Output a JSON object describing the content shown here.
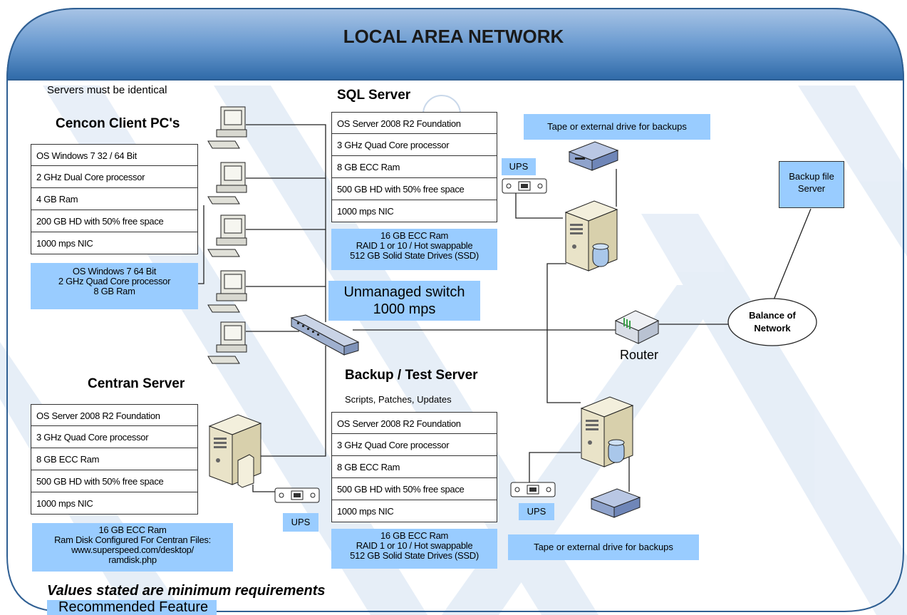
{
  "title": "LOCAL AREA NETWORK",
  "servers_note": "Servers must be identical",
  "client": {
    "heading": "Cencon Client PC's",
    "specs": [
      "OS Windows 7 32 / 64 Bit",
      "2 GHz Dual Core processor",
      "4 GB Ram",
      "200 GB HD with 50% free space",
      "1000 mps NIC"
    ],
    "recommended": [
      "OS Windows 7 64 Bit",
      "2 GHz Quad Core processor",
      "8 GB Ram"
    ]
  },
  "sql": {
    "heading": "SQL Server",
    "specs": [
      "OS Server 2008 R2 Foundation",
      "3 GHz Quad Core processor",
      "8 GB ECC Ram",
      "500 GB HD with 50% free space",
      "1000 mps NIC"
    ],
    "recommended": [
      "16 GB ECC Ram",
      "RAID 1 or 10 / Hot swappable",
      "512 GB Solid State Drives (SSD)"
    ]
  },
  "centran": {
    "heading": "Centran Server",
    "specs": [
      "OS Server 2008 R2 Foundation",
      "3 GHz Quad Core processor",
      "8 GB ECC Ram",
      "500 GB HD with 50% free space",
      "1000 mps NIC"
    ],
    "recommended": [
      "16 GB ECC Ram",
      "Ram Disk Configured For Centran Files:",
      "www.superspeed.com/desktop/",
      "ramdisk.php"
    ]
  },
  "backup": {
    "heading": "Backup / Test Server",
    "subnote": "Scripts, Patches, Updates",
    "specs": [
      "OS Server 2008 R2 Foundation",
      "3 GHz Quad Core processor",
      "8 GB ECC Ram",
      "500 GB HD with 50% free space",
      "1000 mps NIC"
    ],
    "recommended": [
      "16 GB ECC Ram",
      "RAID 1 or 10 / Hot swappable",
      "512 GB Solid State Drives (SSD)"
    ]
  },
  "labels": {
    "tape_top": "Tape or external drive for backups",
    "tape_bottom": "Tape or external drive for backups",
    "ups_top": "UPS",
    "ups_centran": "UPS",
    "ups_backup": "UPS",
    "switch": [
      "Unmanaged switch",
      "1000 mps"
    ],
    "backup_file_server": [
      "Backup file",
      "Server"
    ],
    "router": "Router",
    "balance": [
      "Balance of",
      "Network"
    ]
  },
  "footer": {
    "minimum_note": "Values stated are minimum requirements",
    "recommended_legend": "Recommended Feature"
  },
  "colors": {
    "recommended_fill": "#99ccff",
    "header_gradient_top": "#7fa8d6",
    "header_gradient_bottom": "#2f6aa8",
    "watermark": "#4a86c8"
  }
}
